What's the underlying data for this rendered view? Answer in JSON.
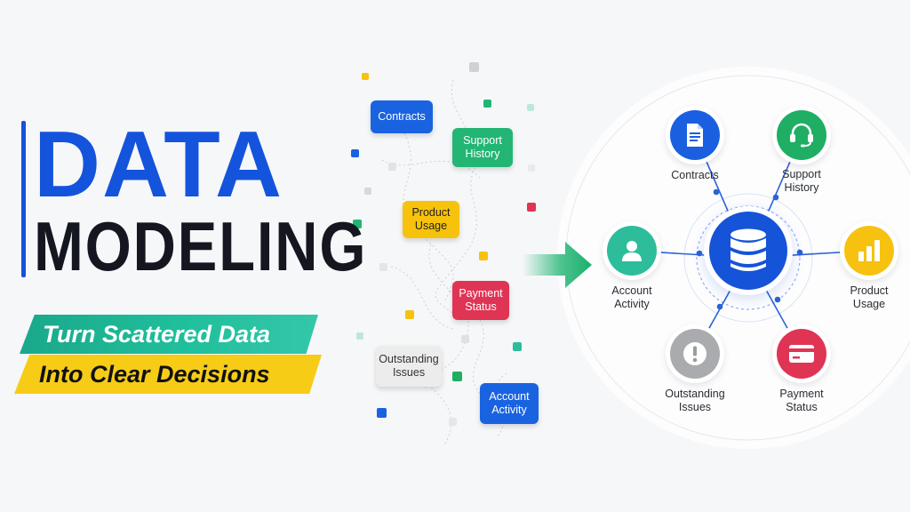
{
  "title": {
    "line1": "DATA",
    "line2": "MODELING",
    "tagline1": "Turn Scattered Data",
    "tagline2": "Into Clear Decisions"
  },
  "colors": {
    "brand_blue": "#1454dc",
    "dark": "#14171f",
    "teal": "#22b573",
    "yellow": "#f6cc17",
    "red": "#e03455",
    "gray": "#a7a9ac"
  },
  "scattered": [
    {
      "label": "Contracts",
      "color": "blue"
    },
    {
      "label": "Support\nHistory",
      "color": "green"
    },
    {
      "label": "Product\nUsage",
      "color": "yellow"
    },
    {
      "label": "Payment\nStatus",
      "color": "red"
    },
    {
      "label": "Outstanding\nIssues",
      "color": "gray"
    },
    {
      "label": "Account\nActivity",
      "color": "blue"
    }
  ],
  "hub": {
    "center_icon": "database-icon",
    "nodes": [
      {
        "label": "Contracts",
        "icon": "document-icon",
        "color": "#1a5fe0"
      },
      {
        "label": "Support\nHistory",
        "icon": "headset-icon",
        "color": "#1fae63"
      },
      {
        "label": "Product\nUsage",
        "icon": "bar-chart-icon",
        "color": "#f6c20f"
      },
      {
        "label": "Payment\nStatus",
        "icon": "credit-card-icon",
        "color": "#e03455"
      },
      {
        "label": "Outstanding\nIssues",
        "icon": "alert-icon",
        "color": "#a9abae"
      },
      {
        "label": "Account\nActivity",
        "icon": "user-icon",
        "color": "#2dbd9b"
      }
    ]
  }
}
